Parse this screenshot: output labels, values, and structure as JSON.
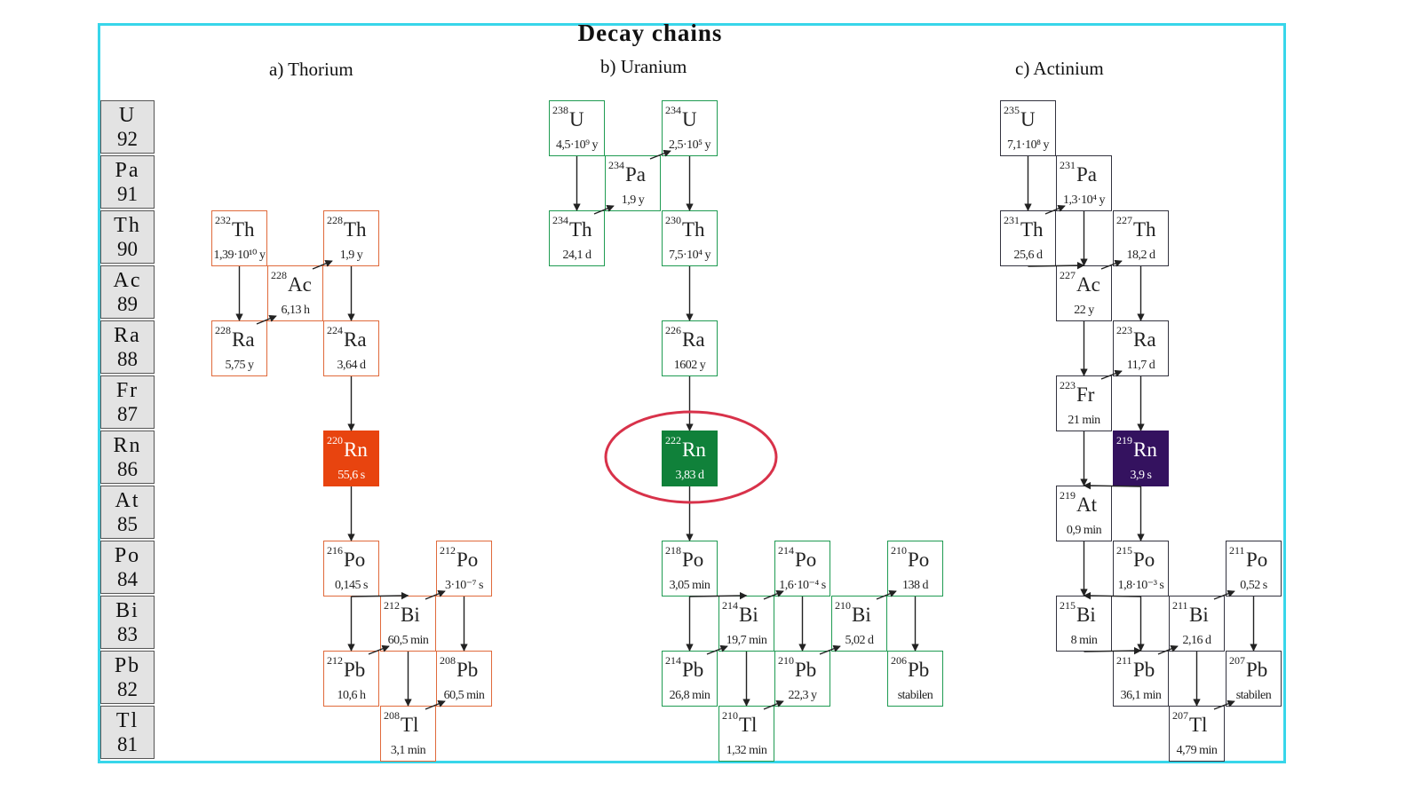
{
  "title": "Decay  chains",
  "subtitles": {
    "thorium": "a) Thorium",
    "uranium": "b) Uranium",
    "actinium": "c) Actinium"
  },
  "rows": [
    {
      "sym": "U",
      "z": "92"
    },
    {
      "sym": "Pa",
      "z": "91"
    },
    {
      "sym": "Th",
      "z": "90"
    },
    {
      "sym": "Ac",
      "z": "89"
    },
    {
      "sym": "Ra",
      "z": "88"
    },
    {
      "sym": "Fr",
      "z": "87"
    },
    {
      "sym": "Rn",
      "z": "86"
    },
    {
      "sym": "At",
      "z": "85"
    },
    {
      "sym": "Po",
      "z": "84"
    },
    {
      "sym": "Bi",
      "z": "83"
    },
    {
      "sym": "Pb",
      "z": "82"
    },
    {
      "sym": "Tl",
      "z": "81"
    }
  ],
  "colors": {
    "thorium": "#e06a3b",
    "uranium": "#1f9b52",
    "actinium": "#33333f",
    "radon_thorium": "#e8440f",
    "radon_uranium": "#10813a",
    "radon_actinium": "#34125f",
    "frame": "#38d6ea",
    "highlight": "#d8324a"
  },
  "chains": {
    "thorium": [
      {
        "mass": "232",
        "el": "Th",
        "hl": "1,39·10¹⁰ y"
      },
      {
        "mass": "228",
        "el": "Th",
        "hl": "1,9  y"
      },
      {
        "mass": "228",
        "el": "Ac",
        "hl": "6,13  h"
      },
      {
        "mass": "228",
        "el": "Ra",
        "hl": "5,75 y"
      },
      {
        "mass": "224",
        "el": "Ra",
        "hl": "3,64 d"
      },
      {
        "mass": "220",
        "el": "Rn",
        "hl": "55,6 s"
      },
      {
        "mass": "216",
        "el": "Po",
        "hl": "0,145 s"
      },
      {
        "mass": "212",
        "el": "Po",
        "hl": "3·10⁻⁷ s"
      },
      {
        "mass": "212",
        "el": "Bi",
        "hl": "60,5 min"
      },
      {
        "mass": "212",
        "el": "Pb",
        "hl": "10,6  h"
      },
      {
        "mass": "208",
        "el": "Pb",
        "hl": "60,5 min"
      },
      {
        "mass": "208",
        "el": "Tl",
        "hl": "3,1 min"
      }
    ],
    "uranium": [
      {
        "mass": "238",
        "el": "U",
        "hl": "4,5·10⁹ y"
      },
      {
        "mass": "234",
        "el": "U",
        "hl": "2,5·10⁵ y"
      },
      {
        "mass": "234",
        "el": "Pa",
        "hl": "1,9  y"
      },
      {
        "mass": "234",
        "el": "Th",
        "hl": "24,1 d"
      },
      {
        "mass": "230",
        "el": "Th",
        "hl": "7,5·10⁴ y"
      },
      {
        "mass": "226",
        "el": "Ra",
        "hl": "1602  y"
      },
      {
        "mass": "222",
        "el": "Rn",
        "hl": "3,83 d"
      },
      {
        "mass": "218",
        "el": "Po",
        "hl": "3,05 min"
      },
      {
        "mass": "214",
        "el": "Po",
        "hl": "1,6·10⁻⁴ s"
      },
      {
        "mass": "210",
        "el": "Po",
        "hl": "138 d"
      },
      {
        "mass": "214",
        "el": "Bi",
        "hl": "19,7 min"
      },
      {
        "mass": "210",
        "el": "Bi",
        "hl": "5,02 d"
      },
      {
        "mass": "214",
        "el": "Pb",
        "hl": "26,8 min"
      },
      {
        "mass": "210",
        "el": "Pb",
        "hl": "22,3  y"
      },
      {
        "mass": "206",
        "el": "Pb",
        "hl": "stabilen"
      },
      {
        "mass": "210",
        "el": "Tl",
        "hl": "1,32 min"
      }
    ],
    "actinium": [
      {
        "mass": "235",
        "el": "U",
        "hl": "7,1·10⁸ y"
      },
      {
        "mass": "231",
        "el": "Pa",
        "hl": "1,3·10⁴ y"
      },
      {
        "mass": "231",
        "el": "Th",
        "hl": "25,6 d"
      },
      {
        "mass": "227",
        "el": "Th",
        "hl": "18,2 d"
      },
      {
        "mass": "227",
        "el": "Ac",
        "hl": "22  y"
      },
      {
        "mass": "223",
        "el": "Ra",
        "hl": "11,7 d"
      },
      {
        "mass": "223",
        "el": "Fr",
        "hl": "21 min"
      },
      {
        "mass": "219",
        "el": "Rn",
        "hl": "3,9 s"
      },
      {
        "mass": "219",
        "el": "At",
        "hl": "0,9 min"
      },
      {
        "mass": "215",
        "el": "Po",
        "hl": "1,8·10⁻³ s"
      },
      {
        "mass": "211",
        "el": "Po",
        "hl": "0,52 s"
      },
      {
        "mass": "215",
        "el": "Bi",
        "hl": "8 min"
      },
      {
        "mass": "211",
        "el": "Bi",
        "hl": "2,16 d"
      },
      {
        "mass": "211",
        "el": "Pb",
        "hl": "36,1 min"
      },
      {
        "mass": "207",
        "el": "Pb",
        "hl": "stabilen"
      },
      {
        "mass": "207",
        "el": "Tl",
        "hl": "4,79 min"
      }
    ]
  }
}
